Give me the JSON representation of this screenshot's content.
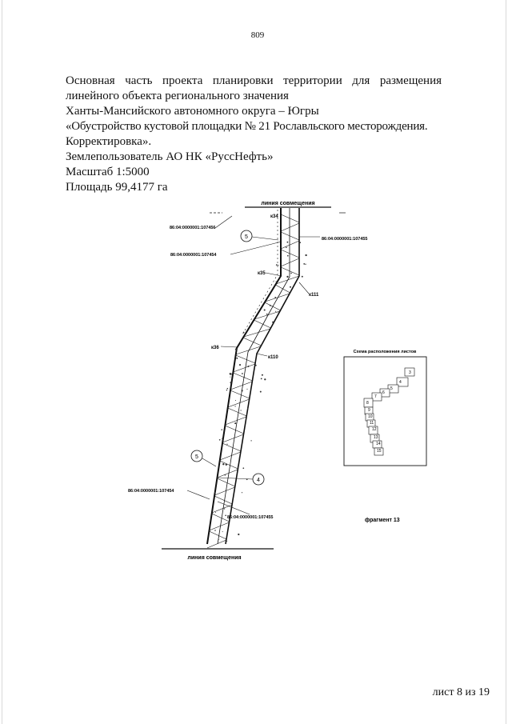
{
  "page_number": "809",
  "header": {
    "line1_words": [
      "Основная",
      "часть",
      "проекта",
      "планировки",
      "территории",
      "для",
      "размещения"
    ],
    "line2": "линейного объекта регионального значения",
    "line3": "Ханты-Мансийского автономного округа – Югры",
    "line4": "«Обустройство кустовой площадки № 21 Рославльского месторождения.",
    "line5": "Корректировка».",
    "line6": "Землепользователь АО НК «РуссНефть»",
    "line7": "Масштаб 1:5000",
    "line8": "Площадь 99,4177 га"
  },
  "map": {
    "top_match_line": "линия совмещения",
    "bottom_match_line": "линия совмещения",
    "cadastral_labels": [
      "86:04:0000001:107456",
      "86:04:0000001:107455",
      "86:04:0000001:107454",
      "86:04:0000001:107454",
      "86:04:0000001:107455"
    ],
    "point_labels": [
      "к34",
      "к35",
      "к111",
      "к36",
      "к110"
    ],
    "circle_labels": [
      "5",
      "5",
      "4"
    ],
    "inset_title": "Схема расположения листов",
    "inset_numbers": [
      "3",
      "4",
      "5",
      "6",
      "7",
      "8",
      "9",
      "10",
      "11",
      "12",
      "13",
      "14",
      "15"
    ],
    "fragment_label": "фрагмент 13"
  },
  "footer": {
    "sheet": "лист 8 из 19"
  }
}
